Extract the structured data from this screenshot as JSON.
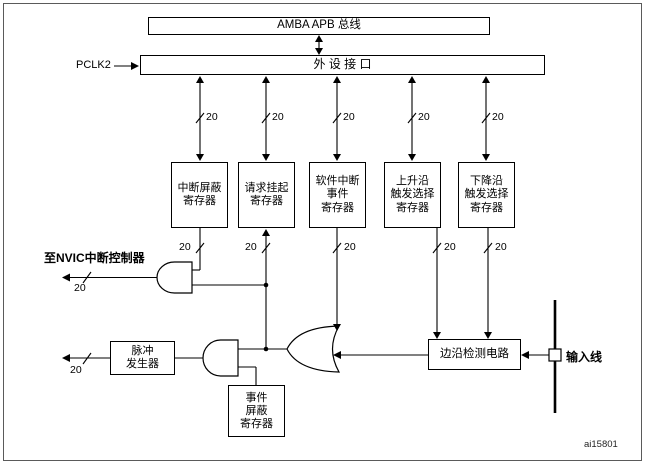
{
  "figure": {
    "id_label": "ai15801"
  },
  "bus": {
    "amba_label": "AMBA APB 总线",
    "periph_label": "外 设 接 口",
    "pclk_label": "PCLK2",
    "width_label": "20"
  },
  "registers": {
    "imr": {
      "l1": "中断屏蔽",
      "l2": "寄存器"
    },
    "pr": {
      "l1": "请求挂起",
      "l2": "寄存器"
    },
    "swier": {
      "l1": "软件中断",
      "l2": "事件",
      "l3": "寄存器"
    },
    "rtsr": {
      "l1": "上升沿",
      "l2": "触发选择",
      "l3": "寄存器"
    },
    "ftsr": {
      "l1": "下降沿",
      "l2": "触发选择",
      "l3": "寄存器"
    },
    "emr": {
      "l1": "事件",
      "l2": "屏蔽",
      "l3": "寄存器"
    }
  },
  "blocks": {
    "pulse_generator": {
      "l1": "脉冲",
      "l2": "发生器"
    },
    "edge_detect": {
      "label": "边沿检测电路"
    }
  },
  "annotations": {
    "to_nvic": "至NVIC中断控制器",
    "input_line": "输入线"
  }
}
